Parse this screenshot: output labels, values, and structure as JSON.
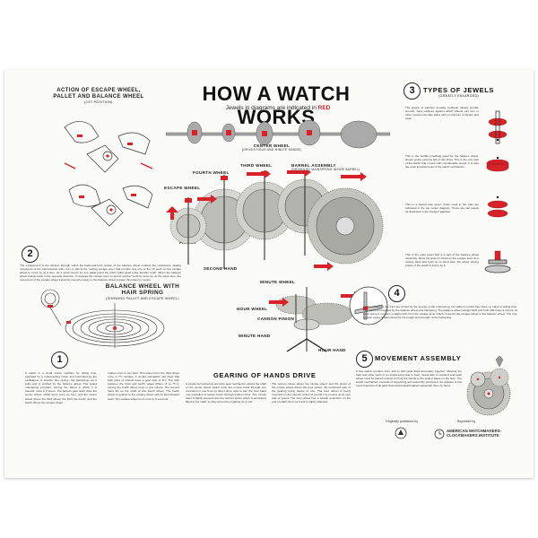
{
  "poster": {
    "title": "HOW A WATCH WORKS",
    "subtitle_text": "Jewels in diagrams are indicated in",
    "subtitle_red": "RED"
  },
  "sections": {
    "escape": {
      "title_line1": "ACTION OF ESCAPE WHEEL,",
      "title_line2": "PALLET AND BALANCE WHEEL",
      "note": "(1ST POSITION)"
    },
    "balance_spring": {
      "title_line1": "BALANCE WHEEL WITH",
      "title_line2": "HAIR SPRING",
      "note": "(SHOWING PALLET AND ESCAPE WHEEL)"
    },
    "gearing": {
      "title": "GEARING OF HANDS DRIVE"
    },
    "jewels": {
      "title": "TYPES OF JEWELS",
      "note": "(GREATLY ENLARGED)"
    },
    "movement": {
      "title": "MOVEMENT ASSEMBLY"
    }
  },
  "numbers": {
    "one": "1",
    "two": "2",
    "three": "3",
    "four": "4",
    "five": "5"
  },
  "labels": {
    "center_wheel": "CENTER WHEEL",
    "center_wheel_note": "(DRIVES HOUR AND MINUTE HANDS)",
    "fourth_wheel": "FOURTH WHEEL",
    "third_wheel": "THIRD WHEEL",
    "barrel": "BARREL ASSEMBLY",
    "barrel_note": "(DRIVEN BY MAINSPRING INSIDE BARREL)",
    "escape_wheel": "ESCAPE WHEEL",
    "pallet": "PALLET",
    "second_hand": "SECOND HAND",
    "minute_wheel": "MINUTE WHEEL",
    "hour_wheel": "HOUR WHEEL",
    "cannon_pinion": "CANNON PINION",
    "minute_hand": "MINUTE HAND",
    "hour_hand": "HOUR HAND"
  },
  "text": {
    "escape_para": "The escapement is the division through which the back-and-forth motion of the balance wheel controls the continuous rotating movement of the transmission train. Key to this is the rocking escape lever that permits only one of the 15 teeth on the escape wheel to move by at a time. As a tooth moves by one pallet jewel the other pallet jewel locks another tooth. When the balance wheel swings back in the opposite direction, it releases the escape lever to permit another tooth to move by. At the same time, the movement of the escape wheel transmits enough energy to the balance wheel to keep this wheel in motion.",
    "col1_para": "A watch is a small sturdy machine for telling time, operated by a coiled-spring motor and controlled by the oscillations of another fine spring—the hairspring—as it pulls and is pushed by the balance wheel. The coiled mainspring provides, turning the barrel in which it is housed, once in 8 hours. The barrel's gear teeth drive the center wheel, which turns once an hour, and the center wheel drives the third wheel, the third the fourth, and the fourth drives the escape wheel.",
    "col2_para": "rotates once in one hour. This wheel turns the third wheel once in 7½ minutes. A simple calculation will show that both pairs of wheels have a gear ratio of 8:1. The ratio between the third and fourth wheel differs, 8 to 7½:1, turning the fourth wheel once in one minute. The second hand fits on the shaft of this fourth wheel. The fourth wheel is geared to the escape wheel with its bent-shaped teeth. The escape wheel turns once in 6 seconds.",
    "gearing_para1": "A simple but extremely accurate gear mechanism allows the shaft of the center wheel which turns the minute hand through one revolution in one hour by direct drive, also to turn the hour hand one revolution in twelve hours through indirect drive. The minute hand is tightly pressed onto the cannon pinion which is accurately fitted to the shaft, so they all revolve together as a unit.",
    "gearing_para2": "The cannon pinion drives the minute wheel, and the pinion of the minute wheel drives the hour wheel, the combined ratio of the gearing being twelve to one. The hour wheel is freely mounted on the cannon pinion to permit it to revolve at its own rate of speed. The hour wheel has a tubular extension on the end of which the hour hand is tightly attached.",
    "jewels_para1": "The jewels of watches (usually synthetic rubies) provide smooth, hard surfaces against which wheels can turn or other movements take place with a minimum of friction and wear.",
    "jewels_para2": "This is the double (cradling) jewel for the balance wheel, shown at the extreme left of this chart. This is the only part of the watch that moves with considerable speed. It is also the most important part of the watch mechanism.",
    "jewels_para3": "This is a typical hole jewel; those used in the train are indicated in the top center diagram. These are cap jewels as illustrated in the cheaper watches.",
    "jewels_para4": "This is the roller jewel that is a part of the balance wheel assembly. Since the jewel is struck by the escape lever as it swings back and forth on its fixed axis, the whole driving power of the watch is borne by it.",
    "movement_para": "A fine watch contains from 120 to 160 parts fitted accurately together. Meeting the train and other parts is an engineering feat in itself. Great care is required and each wheel must be placed exactly to bring the hands to the proper place on the face. The watch mechanism consists of supporting and assembly structures. So delicate is this most important of all parts that trained watchmakers assemble them by hand.",
    "four_para": "All the wheels of the train are turned by the energy of the mainspring, but without control they have no value in telling time. The control is supplied by the balance wheel and hairspring. The balance wheel swings back and forth 300 times a minute. At each swing it receives a slight push from the escape lever which connects the escape wheel to the balance wheel. The time of each swing is determined by the length and strength of the hairspring."
  },
  "credits": {
    "originally": "Originally published by",
    "reprinted": "Reprinted by",
    "org_line1": "AMERICAN WATCHMAKERS-",
    "org_line2": "CLOCKMAKERS INSTITUTE"
  },
  "colors": {
    "jewel_red": "#d8222a",
    "ink": "#222222",
    "paper": "#fbfbf8"
  }
}
